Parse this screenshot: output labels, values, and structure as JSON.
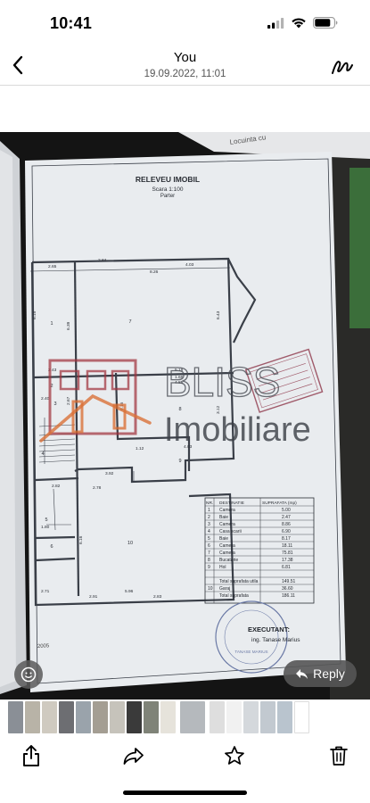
{
  "status_bar": {
    "time": "10:41",
    "icons": [
      "cellular-signal-icon",
      "wifi-icon",
      "battery-icon"
    ]
  },
  "header": {
    "sender": "You",
    "date": "19.09.2022, 11:01",
    "back_icon": "chevron-left-icon",
    "edit_icon": "markup-pen-icon"
  },
  "photo": {
    "title": "RELEVEU IMOBIL",
    "scale": "Scara 1:100",
    "level": "Parter",
    "watermark": {
      "line1": "BLISS",
      "line2": "Imobiliare",
      "color": "#a0323c"
    },
    "room_numbers": [
      "1",
      "2",
      "3",
      "4",
      "5",
      "6",
      "7",
      "8",
      "9",
      "10"
    ],
    "dimensions": [
      "2.65",
      "2.84",
      "4.03",
      "8.26",
      "6.15",
      "6.39",
      "6.43",
      "5.18",
      "3.12",
      "4.85",
      "1.66",
      "2.40",
      "2.43",
      "2.67",
      "3.92",
      "1.12",
      "4.03",
      "5.16",
      "2.78",
      "6.16",
      "2.82",
      "2.91",
      "5.96",
      "2.83",
      "2.71",
      "1.80"
    ],
    "table": {
      "headers": [
        "NR.",
        "DESTINATIE",
        "SUPRAFATA (mp)"
      ],
      "rows": [
        {
          "nr": "1",
          "dest": "Camera",
          "area": "5.00"
        },
        {
          "nr": "2",
          "dest": "Baie",
          "area": "2.47"
        },
        {
          "nr": "3",
          "dest": "Camera",
          "area": "8.86"
        },
        {
          "nr": "4",
          "dest": "Casa scarii",
          "area": "6.90"
        },
        {
          "nr": "5",
          "dest": "Baie",
          "area": "8.17"
        },
        {
          "nr": "6",
          "dest": "Camera",
          "area": "18.11"
        },
        {
          "nr": "7",
          "dest": "Camera",
          "area": "75.81"
        },
        {
          "nr": "8",
          "dest": "Bucatarie",
          "area": "17.38"
        },
        {
          "nr": "9",
          "dest": "Hol",
          "area": "6.81"
        }
      ],
      "total_useful_label": "Total suprafata utila",
      "total_useful": "149.51",
      "garage": {
        "nr": "10",
        "dest": "Garaj",
        "area": "36.60"
      },
      "total_label": "Total suprafata",
      "total": "186.11"
    },
    "executant_label": "EXECUTANT:",
    "executant_name": "ing. Tanase Marius",
    "date_note": "2005",
    "stamp_text": "TANASE MARIUS"
  },
  "actions": {
    "live_icon": "live-text-icon",
    "reply_label": "Reply",
    "reply_icon": "reply-arrow-icon"
  },
  "thumbnails": {
    "colors": [
      "#8a8f96",
      "#b8b3a7",
      "#cfcac0",
      "#6d6e72",
      "#9aa3ab",
      "#a49e93",
      "#c6c3bb",
      "#3a3a3a",
      "#7f8378",
      "#e6e3db",
      "#b5b9bd",
      "#dedede",
      "#f1f1f1",
      "#d4d8dc",
      "#c2c9d0",
      "#b9c4ce",
      "#ffffff"
    ],
    "active_index": 10
  },
  "toolbar": {
    "share_icon": "share-icon",
    "forward_icon": "forward-icon",
    "star_icon": "star-icon",
    "delete_icon": "trash-icon"
  },
  "colors": {
    "background": "#ffffff",
    "viewer_background": "#151515",
    "paper": "#e9ecef",
    "ink": "#3a3f48",
    "stamp": "#a05a6a",
    "stamp_blue": "#6b7aa6"
  }
}
